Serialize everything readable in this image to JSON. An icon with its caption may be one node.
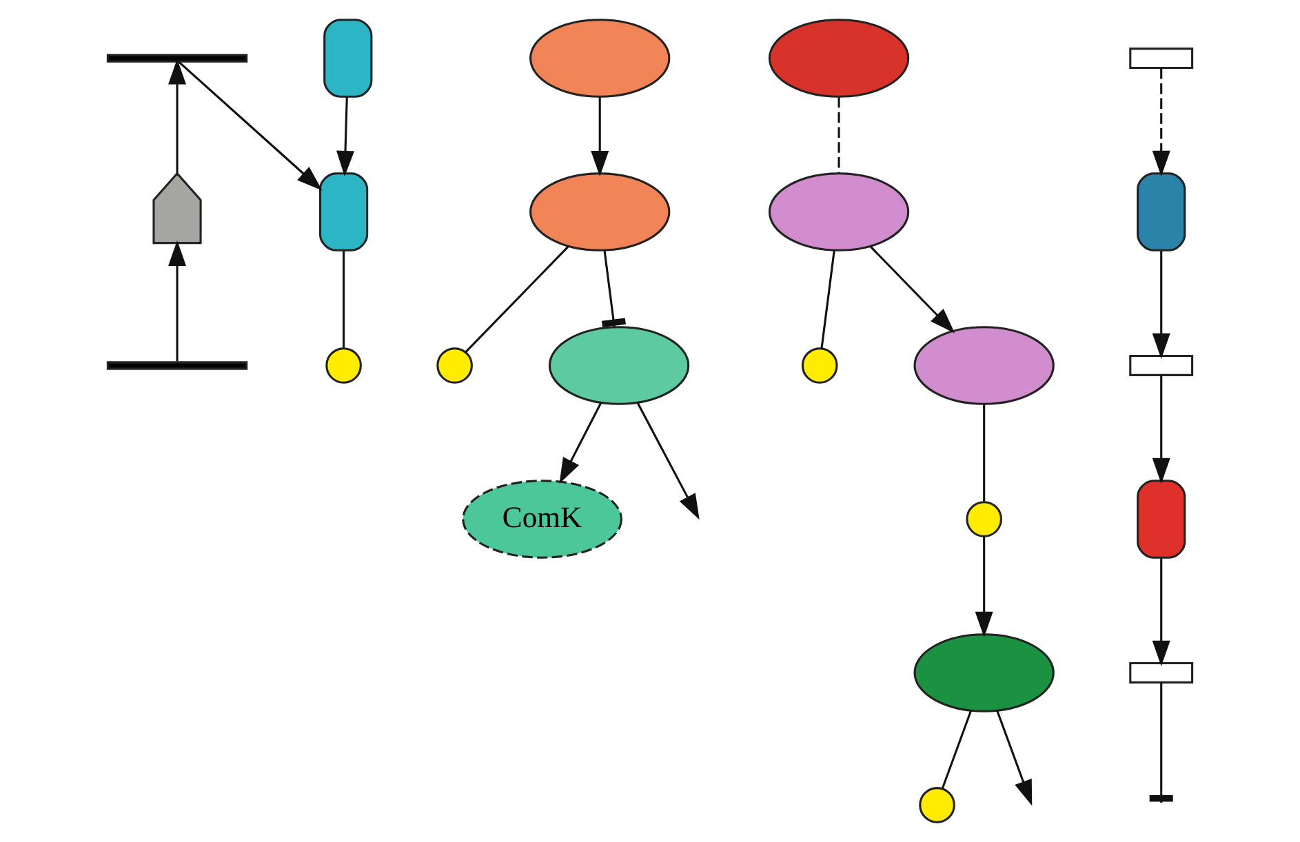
{
  "diagram": {
    "nodes": [
      {
        "text": [],
        "shape": "bar"
      },
      {
        "text": [],
        "shape": "chevron"
      },
      {
        "text": [],
        "shape": "box"
      },
      {
        "text": [],
        "shape": "box"
      },
      {
        "text": [],
        "shape": "circle"
      },
      {
        "text": [],
        "shape": "bar"
      },
      {
        "text": [],
        "shape": "ellipse"
      },
      {
        "text": [],
        "shape": "ellipse"
      },
      {
        "text": [],
        "shape": "circle"
      },
      {
        "text": [],
        "shape": "ellipse"
      },
      {
        "text": [
          "ComK"
        ]
      },
      {
        "text": [],
        "shape": "ellipse"
      },
      {
        "text": [],
        "shape": "ellipse"
      },
      {
        "text": [],
        "shape": "circle"
      },
      {
        "text": [],
        "shape": "ellipse"
      },
      {
        "text": [],
        "shape": "circle"
      },
      {
        "text": [],
        "shape": "ellipse"
      },
      {
        "text": [],
        "shape": "circle"
      },
      {
        "text": [],
        "shape": "gene"
      },
      {
        "text": [],
        "shape": "box"
      },
      {
        "text": [],
        "shape": "gene"
      },
      {
        "text": [],
        "shape": "box"
      },
      {
        "text": [],
        "shape": "gene"
      }
    ],
    "edges": [
      {
        "from": 1,
        "to": 0,
        "arrow": "to"
      },
      {
        "from": 0,
        "to": 3,
        "arrow": "to"
      },
      {
        "from": 2,
        "to": 3,
        "arrow": "to"
      },
      {
        "from": 3,
        "to": 4,
        "arrow": "none"
      },
      {
        "from": 5,
        "to": 1,
        "arrow": "to"
      },
      {
        "from": 6,
        "to": 7,
        "arrow": "to"
      },
      {
        "from": 7,
        "to": 8,
        "arrow": "none"
      },
      {
        "from": 7,
        "to": 9,
        "arrow": "other"
      },
      {
        "from": 9,
        "to": 10,
        "arrow": "to"
      },
      {
        "from": 9,
        "to": null,
        "arrow": "to"
      },
      {
        "from": 11,
        "to": 12,
        "arrow": "none",
        "style": "dashed"
      },
      {
        "from": 22,
        "to": null,
        "arrow": "other"
      },
      {
        "from": 12,
        "to": 14,
        "arrow": "to"
      },
      {
        "from": 12,
        "to": 13,
        "arrow": "none"
      },
      {
        "from": 14,
        "to": 15,
        "arrow": "none"
      },
      {
        "from": 15,
        "to": 16,
        "arrow": "to"
      },
      {
        "from": 16,
        "to": null,
        "arrow": "to"
      },
      {
        "from": 16,
        "to": 17,
        "arrow": "none"
      },
      {
        "from": 18,
        "to": 19,
        "arrow": "to",
        "style": "dashed"
      },
      {
        "from": 19,
        "to": 20,
        "arrow": "to"
      },
      {
        "from": 20,
        "to": 21,
        "arrow": "to"
      },
      {
        "from": 21,
        "to": 22,
        "arrow": "to"
      }
    ]
  }
}
